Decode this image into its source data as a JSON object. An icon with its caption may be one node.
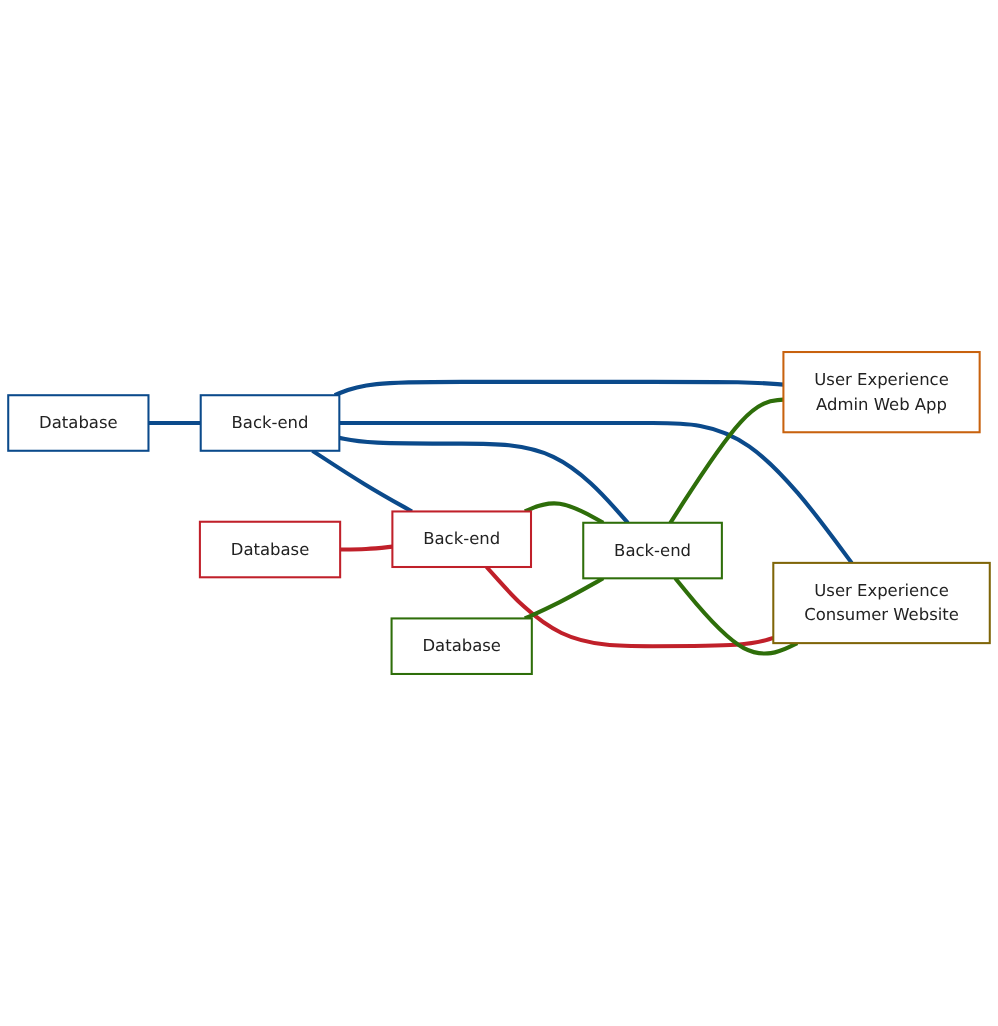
{
  "diagram": {
    "nodes": [
      {
        "text": [
          "Database"
        ]
      },
      {
        "text": [
          "Back-end"
        ]
      },
      {
        "text": [
          "User Experience",
          "Admin Web App"
        ]
      },
      {
        "text": [
          "Database"
        ]
      },
      {
        "text": [
          "Back-end"
        ]
      },
      {
        "text": [
          "User Experience",
          "Consumer Website"
        ]
      },
      {
        "text": [
          "Database"
        ]
      },
      {
        "text": [
          "Back-end"
        ]
      }
    ],
    "edges": [
      {
        "from": 0,
        "to": 1,
        "arrow": "none",
        "color": "#0b4a8b"
      },
      {
        "from": 1,
        "to": 2,
        "arrow": "none",
        "color": "#0b4a8b"
      },
      {
        "from": 1,
        "to": 5,
        "arrow": "none",
        "color": "#0b4a8b"
      },
      {
        "from": 1,
        "to": 4,
        "arrow": "none",
        "color": "#0b4a8b"
      },
      {
        "from": 1,
        "to": 7,
        "arrow": "none",
        "color": "#0b4a8b"
      },
      {
        "from": 3,
        "to": 4,
        "arrow": "none",
        "color": "#c0202a"
      },
      {
        "from": 4,
        "to": 5,
        "arrow": "none",
        "color": "#c0202a"
      },
      {
        "from": 4,
        "to": 7,
        "arrow": "none",
        "color": "#2e6e0a"
      },
      {
        "from": 6,
        "to": 7,
        "arrow": "none",
        "color": "#2e6e0a"
      },
      {
        "from": 7,
        "to": 2,
        "arrow": "none",
        "color": "#2e6e0a"
      },
      {
        "from": 7,
        "to": 5,
        "arrow": "none",
        "color": "#2e6e0a"
      }
    ]
  }
}
